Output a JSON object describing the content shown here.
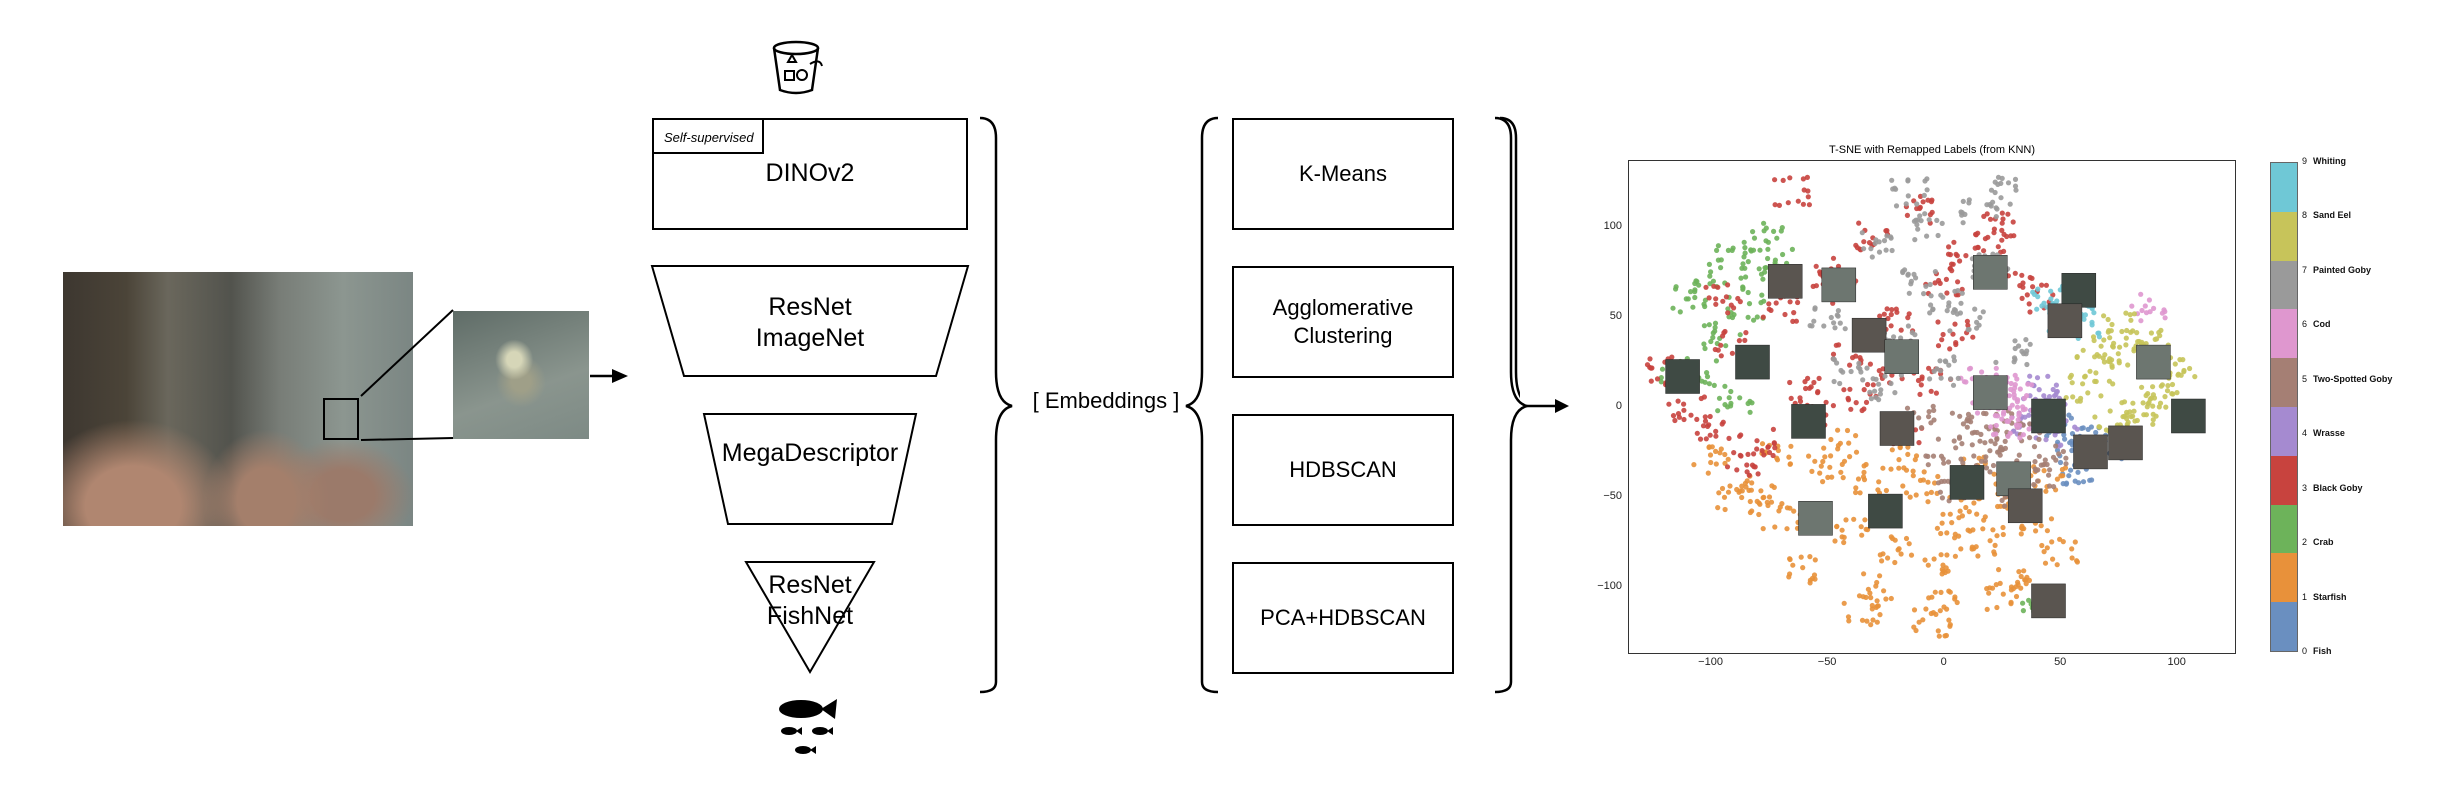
{
  "pipeline": {
    "badge": "Self-supervised",
    "embeddings_label": "[ Embeddings ]",
    "models": [
      {
        "id": "dinov2",
        "label": "DINOv2"
      },
      {
        "id": "resnet-imagenet",
        "label": "ResNet\nImageNet"
      },
      {
        "id": "megadescriptor",
        "label": "MegaDescriptor"
      },
      {
        "id": "resnet-fishnet",
        "label": "ResNet\nFishNet"
      }
    ],
    "clustering": [
      {
        "id": "kmeans",
        "label": "K-Means"
      },
      {
        "id": "agglomerative",
        "label": "Agglomerative\nClustering"
      },
      {
        "id": "hdbscan",
        "label": "HDBSCAN"
      },
      {
        "id": "pca-hdbscan",
        "label": "PCA+HDBSCAN"
      }
    ],
    "icons": {
      "top": "bucket-shapes-icon",
      "bottom": "fish-group-icon"
    }
  },
  "chart_data": {
    "type": "scatter",
    "title": "T-SNE with Remapped Labels (from KNN)",
    "xlabel": "",
    "ylabel": "",
    "xlim": [
      -135,
      125
    ],
    "ylim": [
      -137,
      137
    ],
    "x_ticks": [
      "−100",
      "−50",
      "0",
      "50",
      "100"
    ],
    "y_ticks": [
      "100",
      "50",
      "0",
      "−50",
      "−100"
    ],
    "grid": false,
    "colorbar": {
      "ticks": [
        "0",
        "1",
        "2",
        "3",
        "4",
        "5",
        "6",
        "7",
        "8",
        "9"
      ],
      "labels": [
        "Fish",
        "Starfish",
        "Crab",
        "Black Goby",
        "Wrasse",
        "Two-Spotted Goby",
        "Cod",
        "Painted Goby",
        "Sand Eel",
        "Whiting"
      ],
      "colors": [
        "#6a8fc0",
        "#e8913a",
        "#6db35a",
        "#c8433e",
        "#a58ad0",
        "#a57f74",
        "#df97cf",
        "#9a9a9a",
        "#c7c45a",
        "#6fc8d6"
      ]
    },
    "series": [
      {
        "name": "Fish",
        "class": 0,
        "x": [
          55,
          62,
          48,
          70,
          58,
          66
        ],
        "y": [
          -20,
          -28,
          -12,
          -25,
          -35,
          -18
        ]
      },
      {
        "name": "Starfish",
        "class": 1,
        "x": [
          -100,
          -80,
          -60,
          -40,
          -20,
          0,
          20,
          40,
          -70,
          -50,
          -30,
          -10,
          10,
          30,
          -90,
          -60,
          -30,
          0,
          30,
          -45,
          -15,
          15,
          45,
          -75,
          -5,
          25,
          50,
          -35,
          5
        ],
        "y": [
          -30,
          -45,
          -60,
          -70,
          -80,
          -85,
          -75,
          -65,
          -25,
          -35,
          -40,
          -45,
          -55,
          -50,
          -50,
          -90,
          -100,
          -110,
          -95,
          -20,
          -30,
          -35,
          -40,
          -60,
          -120,
          -105,
          -80,
          -115,
          -65
        ]
      },
      {
        "name": "Crab",
        "class": 2,
        "x": [
          -110,
          -100,
          -90,
          -80,
          -95,
          -85,
          -105,
          -75,
          -90,
          -70,
          40,
          -115
        ],
        "y": [
          60,
          75,
          85,
          70,
          40,
          55,
          20,
          95,
          5,
          80,
          -108,
          15
        ]
      },
      {
        "name": "Black Goby",
        "class": 3,
        "x": [
          -120,
          -100,
          -80,
          -60,
          -40,
          -20,
          0,
          20,
          40,
          -90,
          -70,
          -50,
          -30,
          -10,
          10,
          30,
          -110,
          -85,
          -55,
          -25,
          5,
          -65,
          -35,
          -5,
          25,
          -95,
          -45,
          -15
        ],
        "y": [
          20,
          -10,
          -20,
          10,
          30,
          50,
          70,
          90,
          60,
          35,
          55,
          75,
          95,
          110,
          85,
          75,
          0,
          -30,
          -5,
          20,
          40,
          120,
          5,
          15,
          100,
          60,
          65,
          -15
        ]
      },
      {
        "name": "Wrasse",
        "class": 4,
        "x": [
          40,
          45,
          50,
          35,
          42
        ],
        "y": [
          -5,
          5,
          -15,
          -10,
          10
        ]
      },
      {
        "name": "Two-Spotted Goby",
        "class": 5,
        "x": [
          10,
          20,
          30,
          40,
          0,
          15,
          25,
          35,
          5,
          45,
          -10,
          30
        ],
        "y": [
          -10,
          -20,
          -30,
          -40,
          -25,
          -35,
          -5,
          -15,
          -45,
          -25,
          -5,
          -50
        ]
      },
      {
        "name": "Cod",
        "class": 6,
        "x": [
          20,
          25,
          30,
          35,
          15,
          28,
          88
        ],
        "y": [
          0,
          10,
          5,
          -5,
          15,
          -10,
          55
        ]
      },
      {
        "name": "Painted Goby",
        "class": 7,
        "x": [
          -40,
          -20,
          0,
          20,
          -30,
          -10,
          10,
          30,
          -50,
          -25,
          -5,
          15,
          0,
          -15,
          25
        ],
        "y": [
          20,
          40,
          60,
          80,
          90,
          70,
          50,
          30,
          50,
          10,
          100,
          110,
          20,
          120,
          120
        ]
      },
      {
        "name": "Sand Eel",
        "class": 8,
        "x": [
          60,
          70,
          80,
          90,
          100,
          65,
          75,
          85,
          95,
          72,
          82,
          92
        ],
        "y": [
          10,
          20,
          30,
          40,
          15,
          35,
          45,
          0,
          25,
          -10,
          -5,
          5
        ]
      },
      {
        "name": "Whiting",
        "class": 9,
        "x": [
          50,
          55,
          60,
          45,
          58
        ],
        "y": [
          50,
          55,
          45,
          60,
          58
        ]
      }
    ],
    "thumbnails": [
      {
        "x": -112,
        "y": 17
      },
      {
        "x": -68,
        "y": 70
      },
      {
        "x": -45,
        "y": 68
      },
      {
        "x": -82,
        "y": 25
      },
      {
        "x": -32,
        "y": 40
      },
      {
        "x": -18,
        "y": 28
      },
      {
        "x": -58,
        "y": -8
      },
      {
        "x": -20,
        "y": -12
      },
      {
        "x": 20,
        "y": 75
      },
      {
        "x": 58,
        "y": 65
      },
      {
        "x": 52,
        "y": 48
      },
      {
        "x": 20,
        "y": 8
      },
      {
        "x": 45,
        "y": -5
      },
      {
        "x": 63,
        "y": -25
      },
      {
        "x": 30,
        "y": -40
      },
      {
        "x": 10,
        "y": -42
      },
      {
        "x": 35,
        "y": -55
      },
      {
        "x": -55,
        "y": -62
      },
      {
        "x": -25,
        "y": -58
      },
      {
        "x": 78,
        "y": -20
      },
      {
        "x": 90,
        "y": 25
      },
      {
        "x": 105,
        "y": -5
      },
      {
        "x": 45,
        "y": -108
      }
    ]
  }
}
